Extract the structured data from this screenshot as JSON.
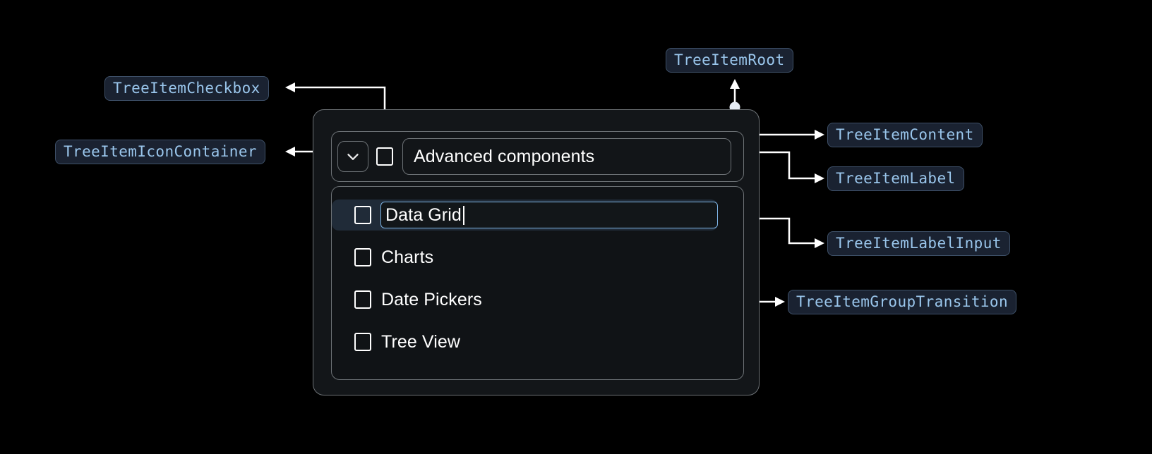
{
  "theme": {
    "background": "#000000",
    "card_bg": "#131619",
    "card_border": "#6d7276",
    "chip_bg": "#1a2231",
    "chip_border": "#3e5068",
    "chip_text": "#9ac6ec",
    "accent_focus": "#7db3e4",
    "selected_row_bg": "#202b38",
    "text": "#ffffff",
    "connector": "#ffffff"
  },
  "annotations": [
    {
      "id": "tree-item-checkbox",
      "label": "TreeItemCheckbox"
    },
    {
      "id": "tree-item-icon-container",
      "label": "TreeItemIconContainer"
    },
    {
      "id": "tree-item-root",
      "label": "TreeItemRoot"
    },
    {
      "id": "tree-item-content",
      "label": "TreeItemContent"
    },
    {
      "id": "tree-item-label",
      "label": "TreeItemLabel"
    },
    {
      "id": "tree-item-label-input",
      "label": "TreeItemLabelInput"
    },
    {
      "id": "tree-item-group-transition",
      "label": "TreeItemGroupTransition"
    }
  ],
  "tree": {
    "root_item": {
      "expand_icon": "chevron-down-icon",
      "checkbox": "checkbox-unchecked-icon",
      "label": "Advanced components"
    },
    "children": [
      {
        "label": "Data Grid",
        "checkbox": "checkbox-unchecked-icon",
        "editing": true,
        "selected": true,
        "input_value": "Data Grid"
      },
      {
        "label": "Charts",
        "checkbox": "checkbox-unchecked-icon",
        "editing": false,
        "selected": false
      },
      {
        "label": "Date Pickers",
        "checkbox": "checkbox-unchecked-icon",
        "editing": false,
        "selected": false
      },
      {
        "label": "Tree View",
        "checkbox": "checkbox-unchecked-icon",
        "editing": false,
        "selected": false
      }
    ]
  }
}
